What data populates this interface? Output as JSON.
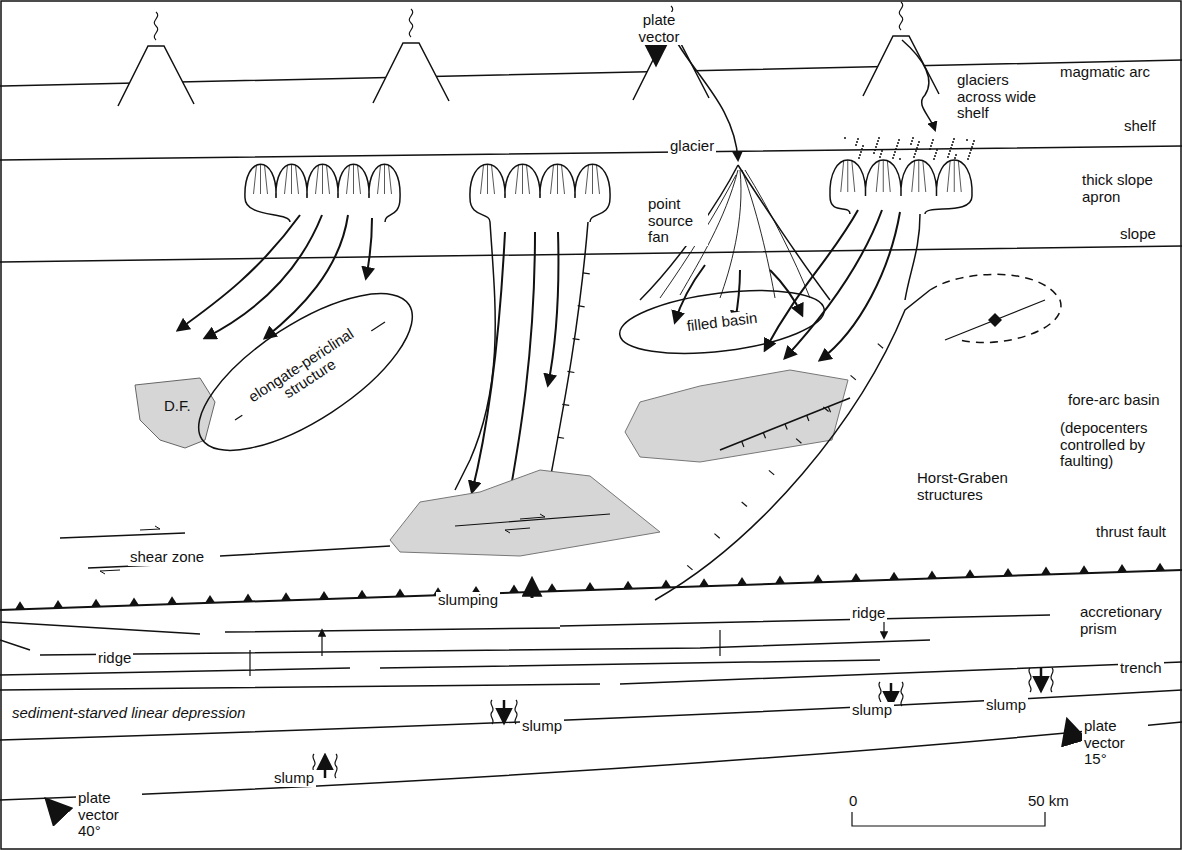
{
  "diagram": {
    "nodes": [
      {
        "text": [
          "elongate-periclinal structure"
        ]
      },
      {
        "text": [
          "filled basin"
        ]
      }
    ],
    "labels": [
      "plate vector",
      "magmatic arc",
      "glaciers across wide shelf",
      "shelf",
      "glacier",
      "thick slope apron",
      "point source fan",
      "slope",
      "fore-arc basin",
      "(depocenters controlled by faulting)",
      "Horst-Graben structures",
      "shear zone",
      "thrust fault",
      "slumping",
      "ridge",
      "accretionary prism",
      "ridge",
      "trench",
      "slump",
      "slump",
      "slump",
      "sediment-starved linear depression",
      "slump",
      "plate vector 15°",
      "plate vector 40°",
      "0",
      "50 km",
      "D.F."
    ]
  }
}
